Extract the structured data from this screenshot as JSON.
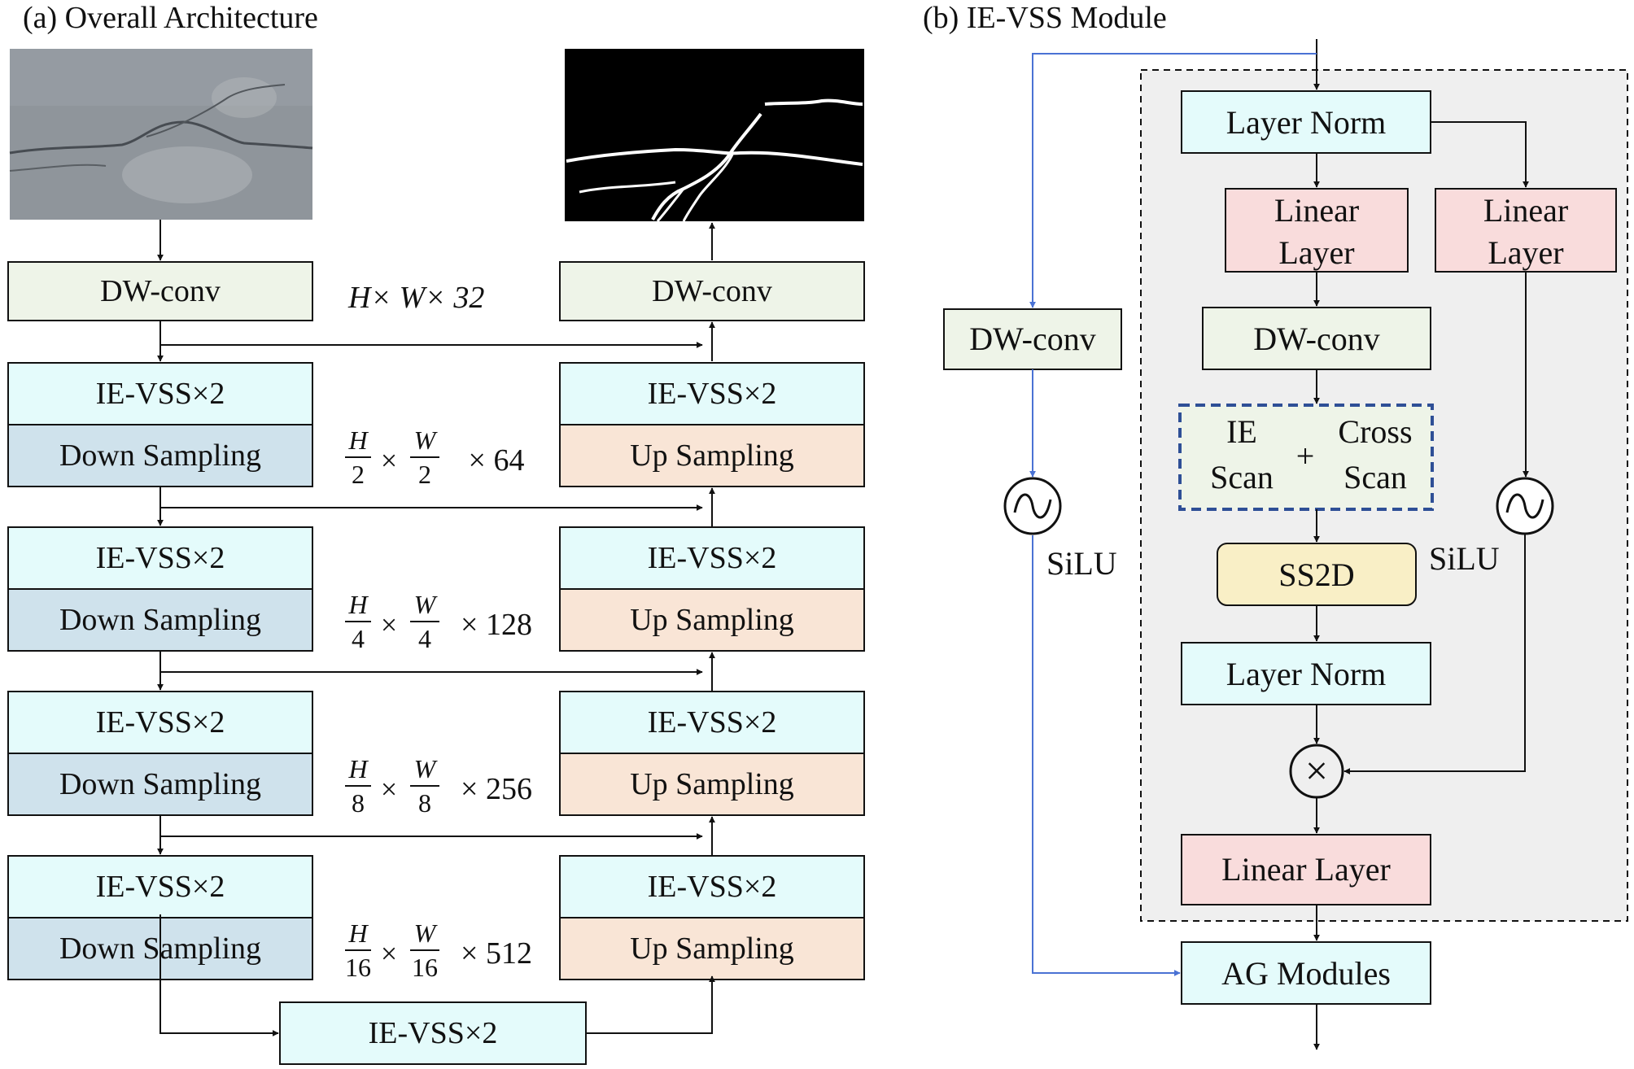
{
  "panel_a": {
    "title": "(a) Overall Architecture",
    "input_image": "pavement crack photo",
    "output_image": "crack segmentation mask",
    "dw_conv_in": "DW-conv",
    "dw_conv_out": "DW-conv",
    "dim_0": "H× W× 32",
    "encoder": [
      {
        "top": "IE-VSS×2",
        "bottom": "Down Sampling",
        "dim": {
          "h": "H",
          "hd": "2",
          "w": "W",
          "wd": "2",
          "c": "× 64"
        }
      },
      {
        "top": "IE-VSS×2",
        "bottom": "Down Sampling",
        "dim": {
          "h": "H",
          "hd": "4",
          "w": "W",
          "wd": "4",
          "c": "× 128"
        }
      },
      {
        "top": "IE-VSS×2",
        "bottom": "Down Sampling",
        "dim": {
          "h": "H",
          "hd": "8",
          "w": "W",
          "wd": "8",
          "c": "× 256"
        }
      },
      {
        "top": "IE-VSS×2",
        "bottom": "Down Sampling",
        "dim": {
          "h": "H",
          "hd": "16",
          "w": "W",
          "wd": "16",
          "c": "× 512"
        }
      }
    ],
    "decoder": [
      {
        "top": "IE-VSS×2",
        "bottom": "Up Sampling"
      },
      {
        "top": "IE-VSS×2",
        "bottom": "Up Sampling"
      },
      {
        "top": "IE-VSS×2",
        "bottom": "Up Sampling"
      },
      {
        "top": "IE-VSS×2",
        "bottom": "Up Sampling"
      }
    ],
    "bottleneck": "IE-VSS×2",
    "times": "×"
  },
  "panel_b": {
    "title": "(b) IE-VSS Module",
    "layer_norm_1": "Layer Norm",
    "linear_left": [
      "Linear",
      "Layer"
    ],
    "linear_right": [
      "Linear",
      "Layer"
    ],
    "dw_conv_main": "DW-conv",
    "dw_conv_side": "DW-conv",
    "scan_ie": [
      "IE",
      "Scan"
    ],
    "scan_plus": "+",
    "scan_cross": [
      "Cross",
      "Scan"
    ],
    "ss2d": "SS2D",
    "layer_norm_2": "Layer Norm",
    "multiply_icon": "×",
    "linear_final": "Linear Layer",
    "silu_left": "SiLU",
    "silu_right": "SiLU",
    "ag_modules": "AG Modules"
  },
  "colors": {
    "ie_vss": "#e4fbfb",
    "down": "#cfe2ec",
    "up": "#f9e5d6",
    "dwconv": "#eef4e8",
    "linear": "#f9dcdc",
    "ss2d": "#f9efc6",
    "module_bg": "#efefef",
    "blue_path": "#4a72d4",
    "scan_border": "#2e4f96"
  }
}
